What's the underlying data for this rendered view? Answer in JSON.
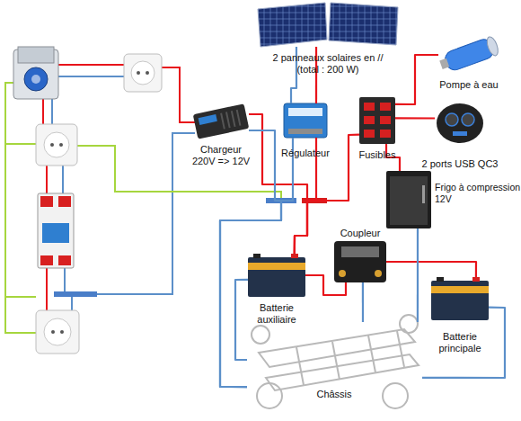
{
  "diagram": {
    "nodes": [
      {
        "text": [
          "2 panneaux solaires en // (total : 200 W)"
        ]
      },
      {
        "text": [
          "Pompe à eau"
        ]
      },
      {
        "text": [
          "Chargeur 220V => 12V"
        ]
      },
      {
        "text": [
          "Régulateur"
        ]
      },
      {
        "text": [
          "Fusibles"
        ]
      },
      {
        "text": [
          "2 ports USB QC3"
        ]
      },
      {
        "text": [
          "Frigo à compression 12V"
        ]
      },
      {
        "text": [
          "Coupleur"
        ]
      },
      {
        "text": [
          "Batterie auxiliaire"
        ]
      },
      {
        "text": [
          "Batterie principale"
        ]
      },
      {
        "text": [
          "Châssis"
        ]
      }
    ],
    "edges": [
      {
        "from": 0,
        "to": 3,
        "arrow": "none"
      },
      {
        "from": 0,
        "to": 3,
        "arrow": "none"
      },
      {
        "from": 2,
        "to": 8,
        "arrow": "none"
      },
      {
        "from": 3,
        "to": 8,
        "arrow": "none"
      },
      {
        "from": 8,
        "to": 4,
        "arrow": "none"
      },
      {
        "from": 4,
        "to": 1,
        "arrow": "none"
      },
      {
        "from": 4,
        "to": 5,
        "arrow": "none"
      },
      {
        "from": 4,
        "to": 6,
        "arrow": "none"
      },
      {
        "from": 8,
        "to": 7,
        "arrow": "none"
      },
      {
        "from": 7,
        "to": 9,
        "arrow": "none"
      },
      {
        "from": 7,
        "to": 10,
        "arrow": "none"
      },
      {
        "from": 8,
        "to": 10,
        "arrow": "none"
      },
      {
        "from": 9,
        "to": 10,
        "arrow": "none"
      },
      {
        "from": 6,
        "to": 10,
        "arrow": "none"
      },
      {
        "from": 2,
        "to": 10,
        "arrow": "none"
      },
      {
        "from": 3,
        "to": 10,
        "arrow": "none"
      }
    ]
  }
}
